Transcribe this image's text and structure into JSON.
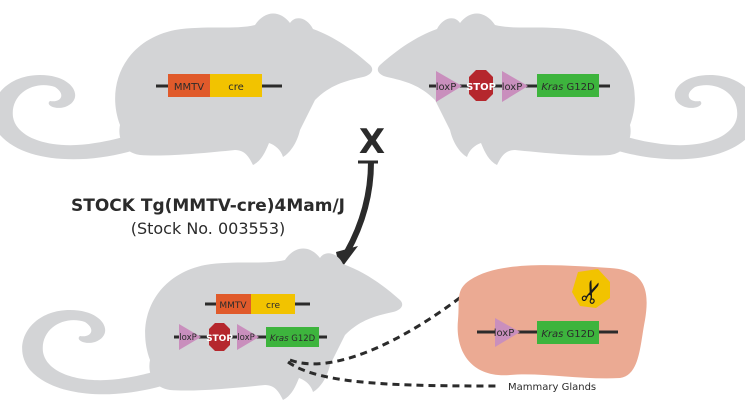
{
  "colors": {
    "mouse": "#d3d4d6",
    "mmtv": "#e05a2b",
    "cre": "#f2c300",
    "loxp": "#c98fbd",
    "stop": "#b5272d",
    "kras": "#3db43d",
    "gland": "#ebaa93",
    "scissors_bg": "#f2c300",
    "line": "#2b2b2b"
  },
  "parent_left": {
    "genes": {
      "promoter": "MMTV",
      "gene": "cre"
    }
  },
  "parent_right": {
    "genes": {
      "lox1": "loxP",
      "stop": "STOP",
      "lox2": "loxP",
      "kras_italic": "Kras",
      "kras_mut": " G12D"
    }
  },
  "cross_symbol": "X",
  "strain": {
    "name": "STOCK Tg(MMTV-cre)4Mam/J",
    "stock_no": "(Stock No. 003553)"
  },
  "offspring": {
    "row1": {
      "promoter": "MMTV",
      "gene": "cre"
    },
    "row2": {
      "lox1": "loxP",
      "stop": "STOP",
      "lox2": "loxP",
      "kras_italic": "Kras",
      "kras_mut": " G12D"
    }
  },
  "gland": {
    "lox": "loxP",
    "kras_italic": "Kras",
    "kras_mut": " G12D",
    "label": "Mammary Glands",
    "scissors_icon": "✂"
  }
}
